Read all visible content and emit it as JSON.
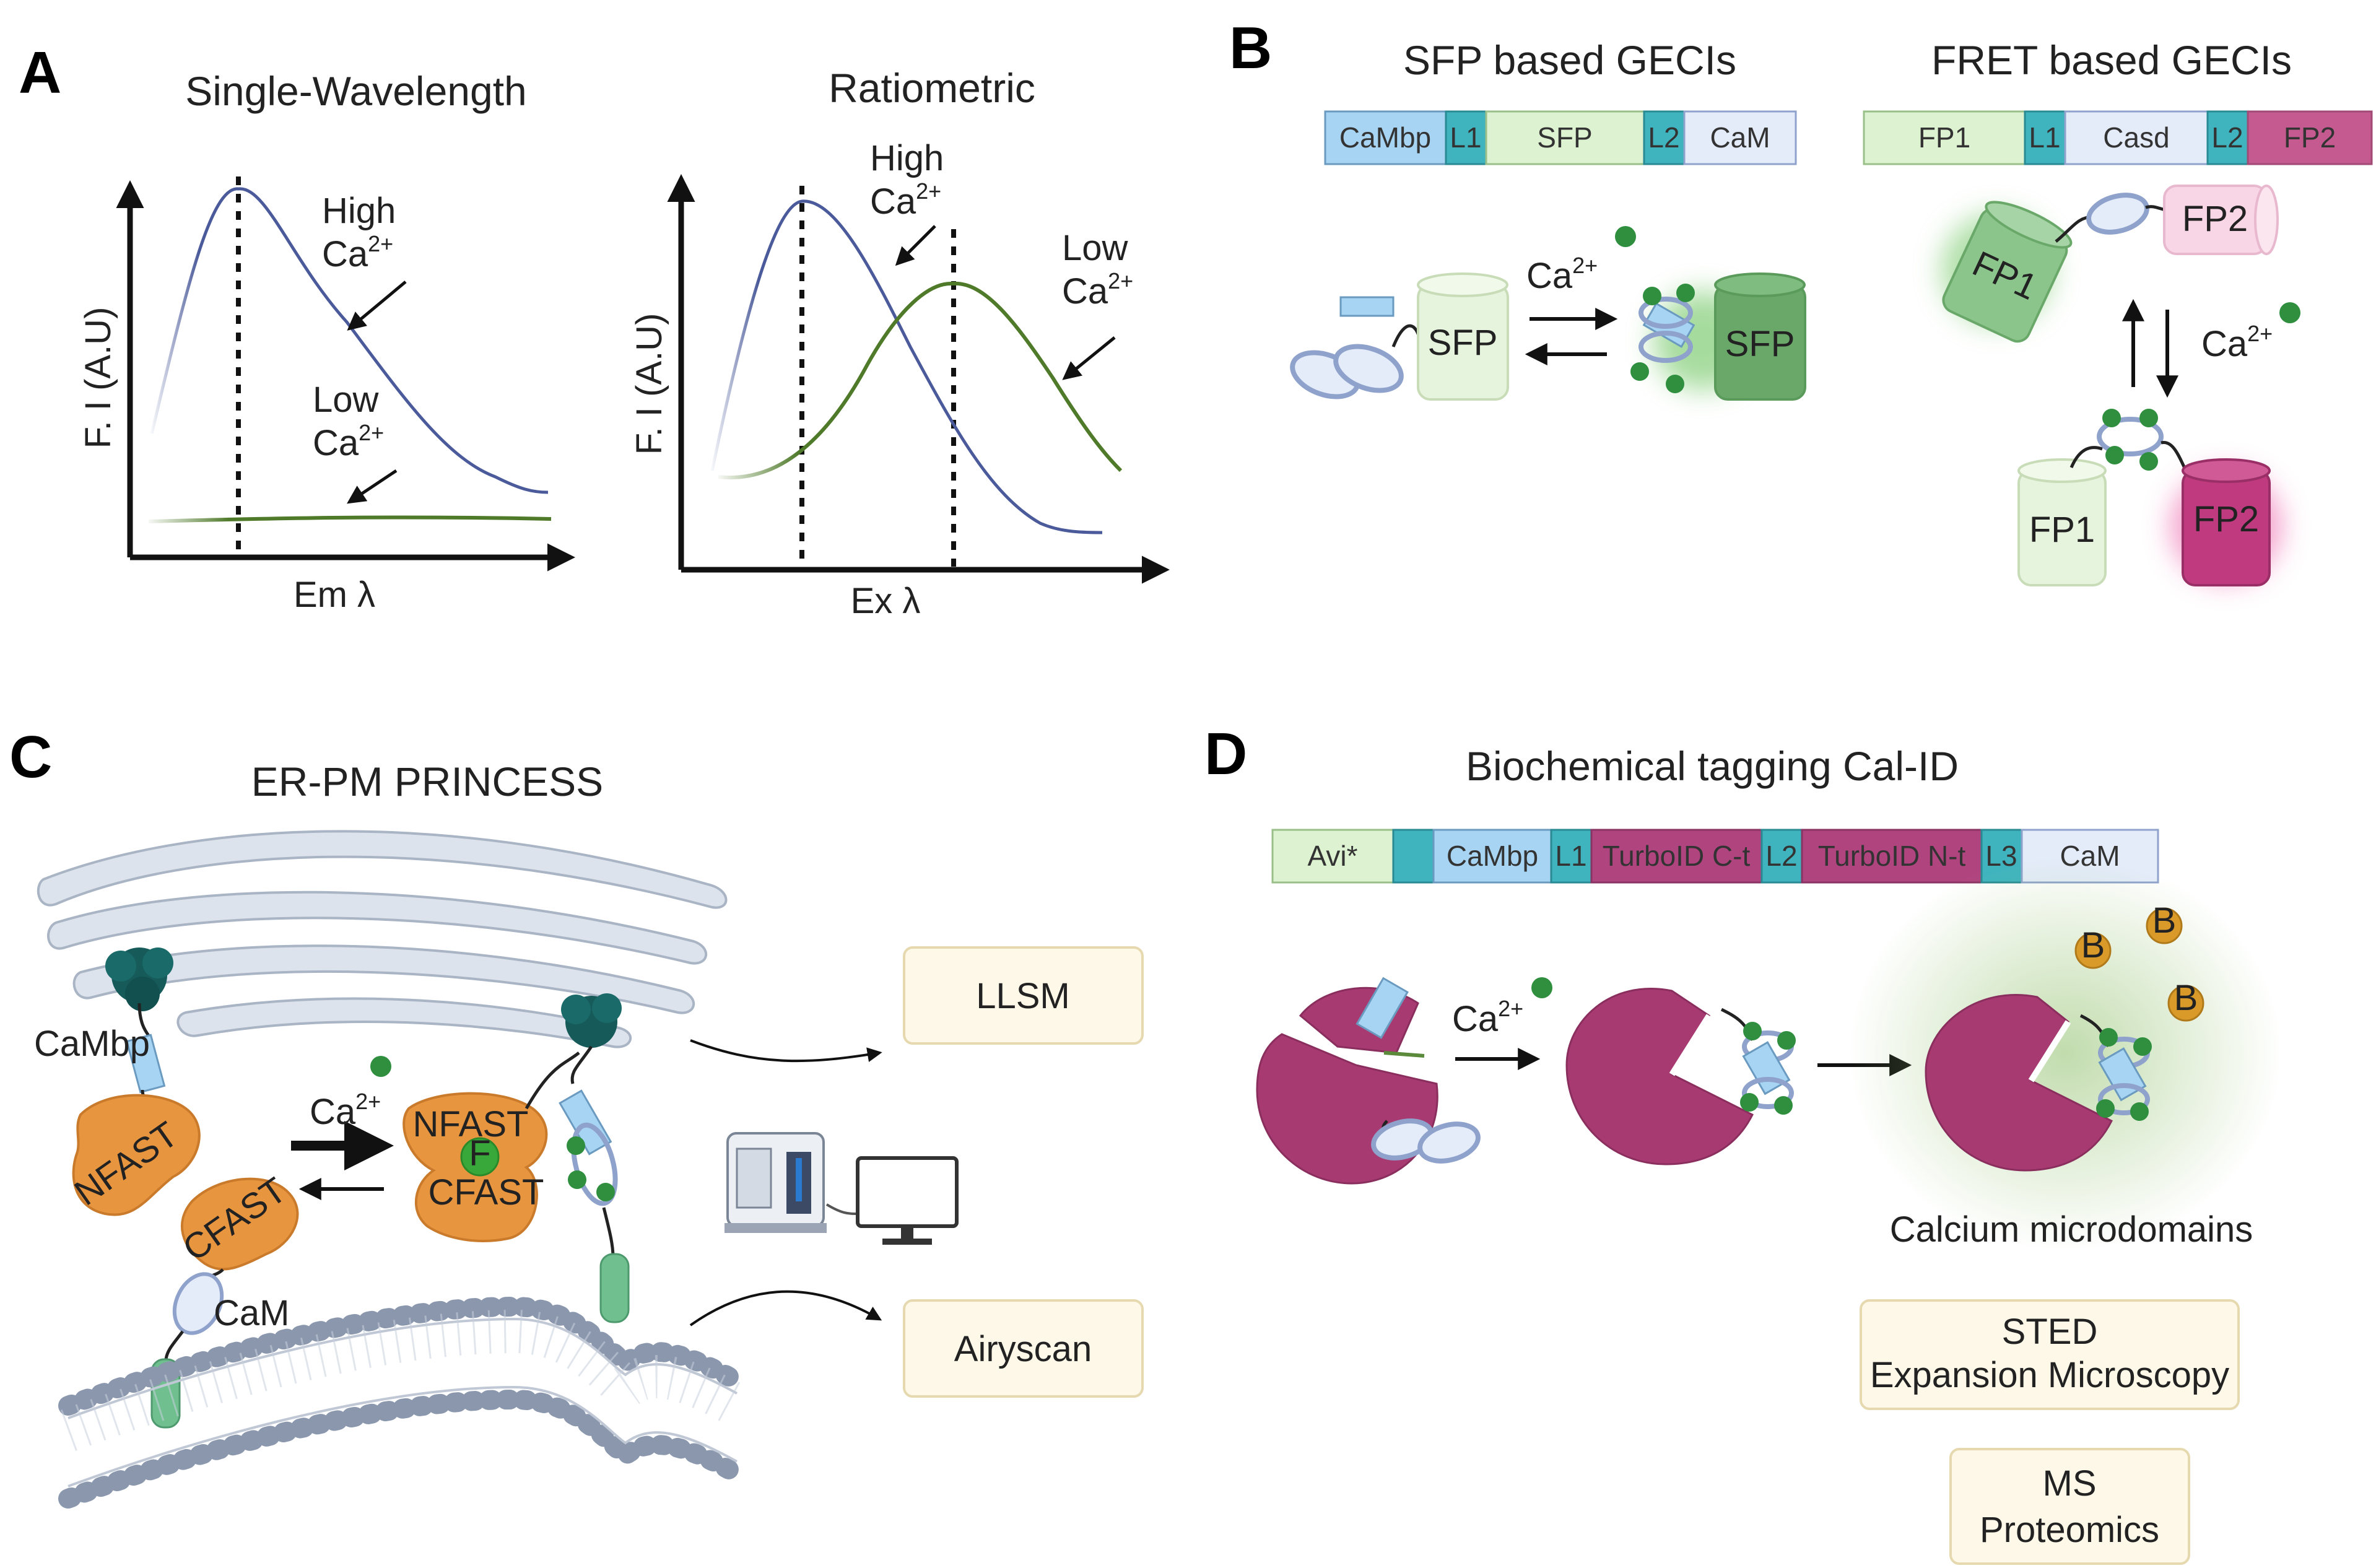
{
  "panels": {
    "a": "A",
    "b": "B",
    "c": "C",
    "d": "D"
  },
  "panel_a": {
    "left": {
      "title": "Single-Wavelength",
      "ylabel": "F. I (A.U)",
      "xlabel": "Em λ",
      "high": "High",
      "low": "Low",
      "ca": "Ca",
      "sup": "2+"
    },
    "right": {
      "title": "Ratiometric",
      "ylabel": "F. I (A.U)",
      "xlabel": "Ex λ",
      "high": "High",
      "low": "Low",
      "ca": "Ca",
      "sup": "2+"
    },
    "colors": {
      "high": "#4a5a9a",
      "low": "#4f7a2a"
    }
  },
  "panel_b": {
    "sfp": {
      "title": "SFP based GECIs",
      "construct": [
        "CaMbp",
        "L1",
        "SFP",
        "L2",
        "CaM"
      ],
      "fp_off": "SFP",
      "fp_on": "SFP",
      "ca": "Ca",
      "sup": "2+"
    },
    "fret": {
      "title": "FRET based GECIs",
      "construct": [
        "FP1",
        "L1",
        "Casd",
        "L2",
        "FP2"
      ],
      "fp1_top": "FP1",
      "fp2_top": "FP2",
      "fp1_bottom": "FP1",
      "fp2_bottom": "FP2",
      "ca": "Ca",
      "sup": "2+"
    }
  },
  "panel_c": {
    "title": "ER-PM PRINCESS",
    "cambp": "CaMbp",
    "nfast": "NFAST",
    "cfast": "CFAST",
    "nfast_bound": "NFAST",
    "cfast_bound": "CFAST",
    "fluorogen": "F",
    "cam": "CaM",
    "ca": "Ca",
    "sup": "2+",
    "llsm": "LLSM",
    "airyscan": "Airyscan"
  },
  "panel_d": {
    "title": "Biochemical tagging Cal-ID",
    "construct": [
      "Avi*",
      "",
      "CaMbp",
      "L1",
      "TurboID C-t",
      "L2",
      "TurboID N-t",
      "L3",
      "CaM"
    ],
    "ca": "Ca",
    "sup": "2+",
    "biotin": "B",
    "microdomains": "Calcium microdomains",
    "sted_line1": "STED",
    "sted_line2": "Expansion Microscopy",
    "ms_line1": "MS",
    "ms_line2": "Proteomics"
  }
}
